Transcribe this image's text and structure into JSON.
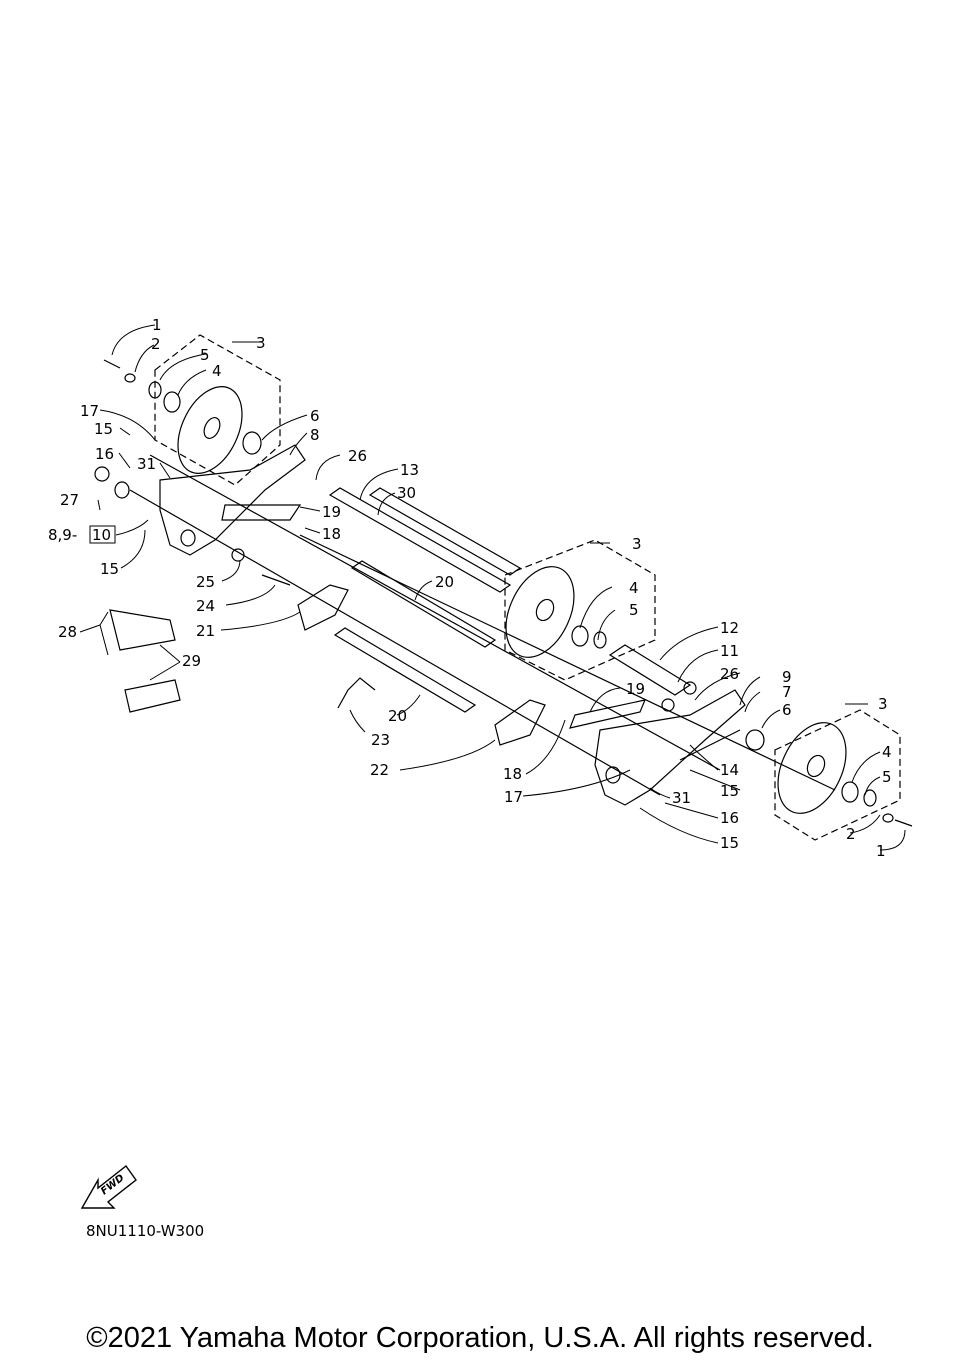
{
  "diagram": {
    "drawing_code": "8NU1110-W300",
    "fwd_label": "FWD",
    "copyright": "©2021 Yamaha Motor Corporation, U.S.A. All rights reserved.",
    "callouts": [
      {
        "id": "c1a",
        "label": "1"
      },
      {
        "id": "c2a",
        "label": "2"
      },
      {
        "id": "c3a",
        "label": "3"
      },
      {
        "id": "c5a",
        "label": "5"
      },
      {
        "id": "c4a",
        "label": "4"
      },
      {
        "id": "c17a",
        "label": "17"
      },
      {
        "id": "c15a",
        "label": "15"
      },
      {
        "id": "c6a",
        "label": "6"
      },
      {
        "id": "c8a",
        "label": "8"
      },
      {
        "id": "c16a",
        "label": "16"
      },
      {
        "id": "c31a",
        "label": "31"
      },
      {
        "id": "c26a",
        "label": "26"
      },
      {
        "id": "c13",
        "label": "13"
      },
      {
        "id": "c27",
        "label": "27"
      },
      {
        "id": "c30",
        "label": "30"
      },
      {
        "id": "c19a",
        "label": "19"
      },
      {
        "id": "c18a",
        "label": "18"
      },
      {
        "id": "c89",
        "label": "8,9-"
      },
      {
        "id": "c10",
        "label": "10"
      },
      {
        "id": "c15b",
        "label": "15"
      },
      {
        "id": "c3b",
        "label": "3"
      },
      {
        "id": "c25",
        "label": "25"
      },
      {
        "id": "c20a",
        "label": "20"
      },
      {
        "id": "c4b",
        "label": "4"
      },
      {
        "id": "c24",
        "label": "24"
      },
      {
        "id": "c5b",
        "label": "5"
      },
      {
        "id": "c21",
        "label": "21"
      },
      {
        "id": "c28",
        "label": "28"
      },
      {
        "id": "c12",
        "label": "12"
      },
      {
        "id": "c11",
        "label": "11"
      },
      {
        "id": "c29",
        "label": "29"
      },
      {
        "id": "c26b",
        "label": "26"
      },
      {
        "id": "c19b",
        "label": "19"
      },
      {
        "id": "c9",
        "label": "9"
      },
      {
        "id": "c7",
        "label": "7"
      },
      {
        "id": "c3c",
        "label": "3"
      },
      {
        "id": "c6b",
        "label": "6"
      },
      {
        "id": "c20b",
        "label": "20"
      },
      {
        "id": "c23",
        "label": "23"
      },
      {
        "id": "c14",
        "label": "14"
      },
      {
        "id": "c18b",
        "label": "18"
      },
      {
        "id": "c4c",
        "label": "4"
      },
      {
        "id": "c22",
        "label": "22"
      },
      {
        "id": "c15c",
        "label": "15"
      },
      {
        "id": "c5c",
        "label": "5"
      },
      {
        "id": "c17b",
        "label": "17"
      },
      {
        "id": "c31b",
        "label": "31"
      },
      {
        "id": "c16b",
        "label": "16"
      },
      {
        "id": "c2b",
        "label": "2"
      },
      {
        "id": "c15d",
        "label": "15"
      },
      {
        "id": "c1b",
        "label": "1"
      }
    ]
  }
}
